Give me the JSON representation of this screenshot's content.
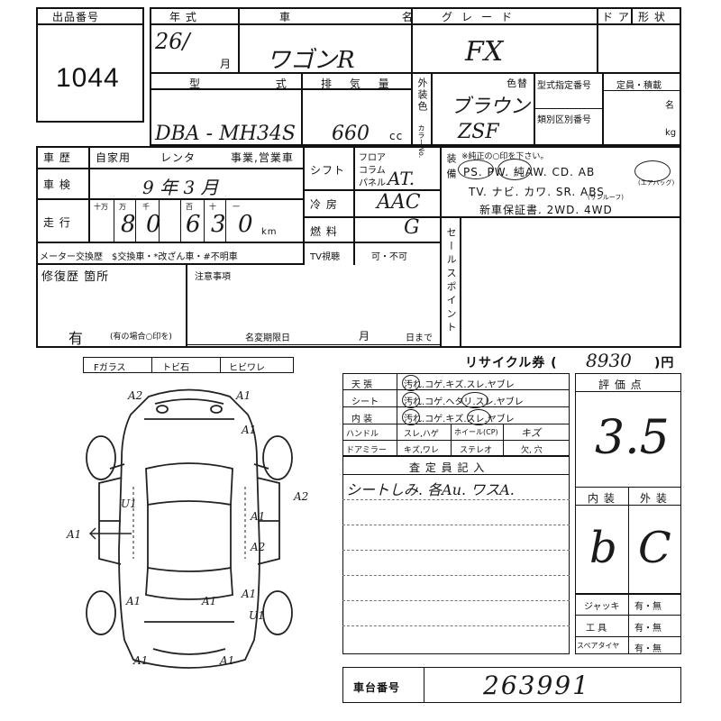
{
  "header": {
    "lot_no_label": "出品番号",
    "lot_no": "1044",
    "col_year": "年 式",
    "col_car_name": "車 名",
    "col_grade": "グレード",
    "col_door": "ド ア",
    "col_shape": "形 状",
    "year_value": "26/",
    "month_unit": "月",
    "car_name_value": "ワゴンR",
    "grade_value": "FX",
    "col_model": "型 式",
    "col_displacement": "排 気 量",
    "model_value": "DBA - MH34S",
    "displacement_value": "660",
    "cc_unit": "cc",
    "exterior_color_label": "外装色",
    "color_no_label": "カラーNo.",
    "color_label": "色替",
    "color_value": "ブラウン",
    "color_code": "ZSF",
    "type_designation_label": "型式指定番号",
    "category_label": "類別区別番号",
    "capacity_label": "定員・積載",
    "persons_unit": "名",
    "kg_unit": "kg"
  },
  "specs": {
    "history_label": "車 歴",
    "private": "自家用",
    "rental": "レンタ",
    "business": "事業,営業車",
    "inspection_label": "車 検",
    "inspection_value": "9 年 3 月",
    "mileage_label": "走 行",
    "digit_labels": [
      "十万",
      "万",
      "千",
      "百",
      "十",
      "一"
    ],
    "mileage_digits": [
      "8",
      "0",
      "6",
      "3",
      "0"
    ],
    "km_unit": "km",
    "meter_change_label": "メーター交換歴",
    "meter_options": "$交換車・*改ざん車・#不明車",
    "shift_label": "シフト",
    "floor_label": "フロア",
    "column_label": "コラム",
    "panel_label": "パネル",
    "shift_value": "AT.",
    "ac_label": "冷 房",
    "ac_value": "AAC",
    "fuel_label": "燃 料",
    "fuel_value": "G",
    "tv_label": "TV視聴",
    "tv_value": "可・不可",
    "equip_label": "装備",
    "equip_note": "※純正の○印を下さい。",
    "equip_row1": "PS. PW. 純AW. CD. AB",
    "equip_airbag_note": "(エアバッグ)",
    "equip_sunroof_note": "(サンルーフ)",
    "equip_row2": "TV. ナビ. カワ. SR. ABS",
    "equip_row3": "新車保証書. 2WD. 4WD",
    "sales_point_label": "セールスポイント"
  },
  "repair": {
    "repair_label": "修復歴 箇所",
    "repair_value": "有",
    "repair_note": "(有の場合○印を)",
    "notes_label": "注意事項",
    "name_deadline_label": "名変期限日",
    "month_label": "月",
    "day_label": "日まで"
  },
  "recycle": {
    "label": "リサイクル券 (",
    "value": "8930",
    "unit": ")円"
  },
  "glass": {
    "f_glass": "Fガラス",
    "tobi_ishi": "トビ石",
    "hibi_ware": "ヒビワレ"
  },
  "interior": {
    "rows": [
      {
        "label": "天 張",
        "options": "汚れ.コゲ.キズ.スレ.ヤブレ"
      },
      {
        "label": "シート",
        "options": "汚れ.コゲ.ヘタリ.スレ.ヤブレ"
      },
      {
        "label": "内 装",
        "options": "汚れ.コゲ.キズ.スレ.ヤブレ"
      }
    ],
    "handle_label": "ハンドル",
    "handle_value": "スレ,ハゲ",
    "wheel_label": "ホイール(CP)",
    "wheel_value": "キズ",
    "mirror_label": "ドアミラー",
    "mirror_value": "キズ,ワレ",
    "stereo_label": "ステレオ",
    "stereo_value": "欠, 穴"
  },
  "inspector": {
    "label": "査 定 員 記 入",
    "note": "シートしみ. 各Au. ワスA."
  },
  "evaluation": {
    "label": "評 価 点",
    "score": "3.5",
    "interior_label": "内 装",
    "exterior_label": "外 装",
    "interior_grade": "b",
    "exterior_grade": "C",
    "jack_label": "ジャッキ",
    "tools_label": "工 具",
    "spare_label": "スペアタイヤ",
    "yes_no": "有・無"
  },
  "chassis": {
    "label": "車台番号",
    "value": "263991"
  },
  "damage_marks": [
    "A2",
    "A1",
    "A1",
    "U1",
    "A1",
    "A1",
    "A2",
    "A2",
    "U1",
    "A1",
    "A1",
    "A1",
    "A1",
    "A1"
  ]
}
